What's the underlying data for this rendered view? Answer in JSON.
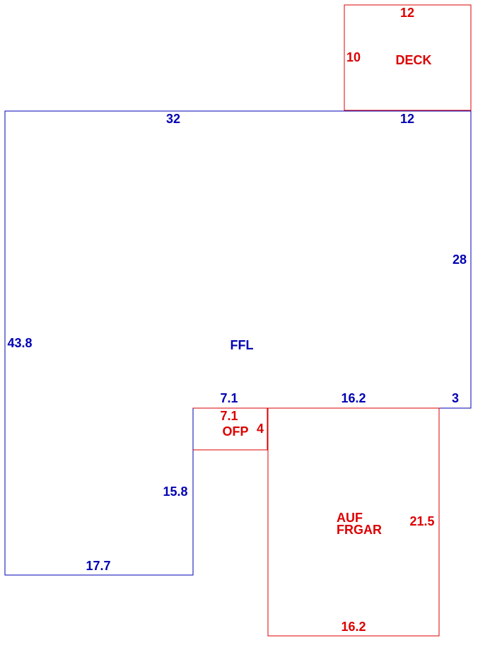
{
  "colors": {
    "living_area": "#0000b4",
    "non_living_area": "#dc0000",
    "background": "#ffffff"
  },
  "areas": {
    "ffl": {
      "name": "FFL",
      "dims": {
        "top_left": "32",
        "top_right": "12",
        "right_upper": "28",
        "right_lower": "3",
        "left": "43.8",
        "notch_top": "7.1",
        "notch_mid": "16.2",
        "notch_side": "15.8",
        "bottom": "17.7"
      }
    },
    "deck": {
      "name": "DECK",
      "dims": {
        "top": "12",
        "left": "10"
      }
    },
    "ofp": {
      "name": "OFP",
      "dims": {
        "top": "7.1",
        "right": "4"
      }
    },
    "garage": {
      "name_line1": "AUF",
      "name_line2": "FRGAR",
      "dims": {
        "right": "21.5",
        "bottom": "16.2"
      }
    }
  }
}
